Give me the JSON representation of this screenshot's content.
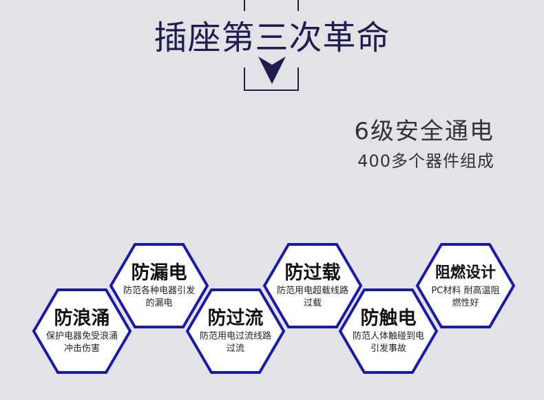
{
  "header": {
    "title": "插座第三次革命",
    "subtitle": "6级安全通电",
    "subline": "400多个器件组成"
  },
  "colors": {
    "accent": "#1a1aa8",
    "navy": "#1f1d4e",
    "background": "#e3e3e7"
  },
  "features": [
    {
      "title": "防浪涌",
      "desc": "保护电器免受浪涌冲击伤害"
    },
    {
      "title": "防漏电",
      "desc": "防范各种电器引发的漏电"
    },
    {
      "title": "防过流",
      "desc": "防范用电过流线路过流"
    },
    {
      "title": "防过载",
      "desc": "防范用电超载线路过载"
    },
    {
      "title": "防触电",
      "desc": "防范人体触碰到电引发事故"
    },
    {
      "title": "阻燃设计",
      "desc": "PC材料 耐高温阻燃性好"
    }
  ]
}
